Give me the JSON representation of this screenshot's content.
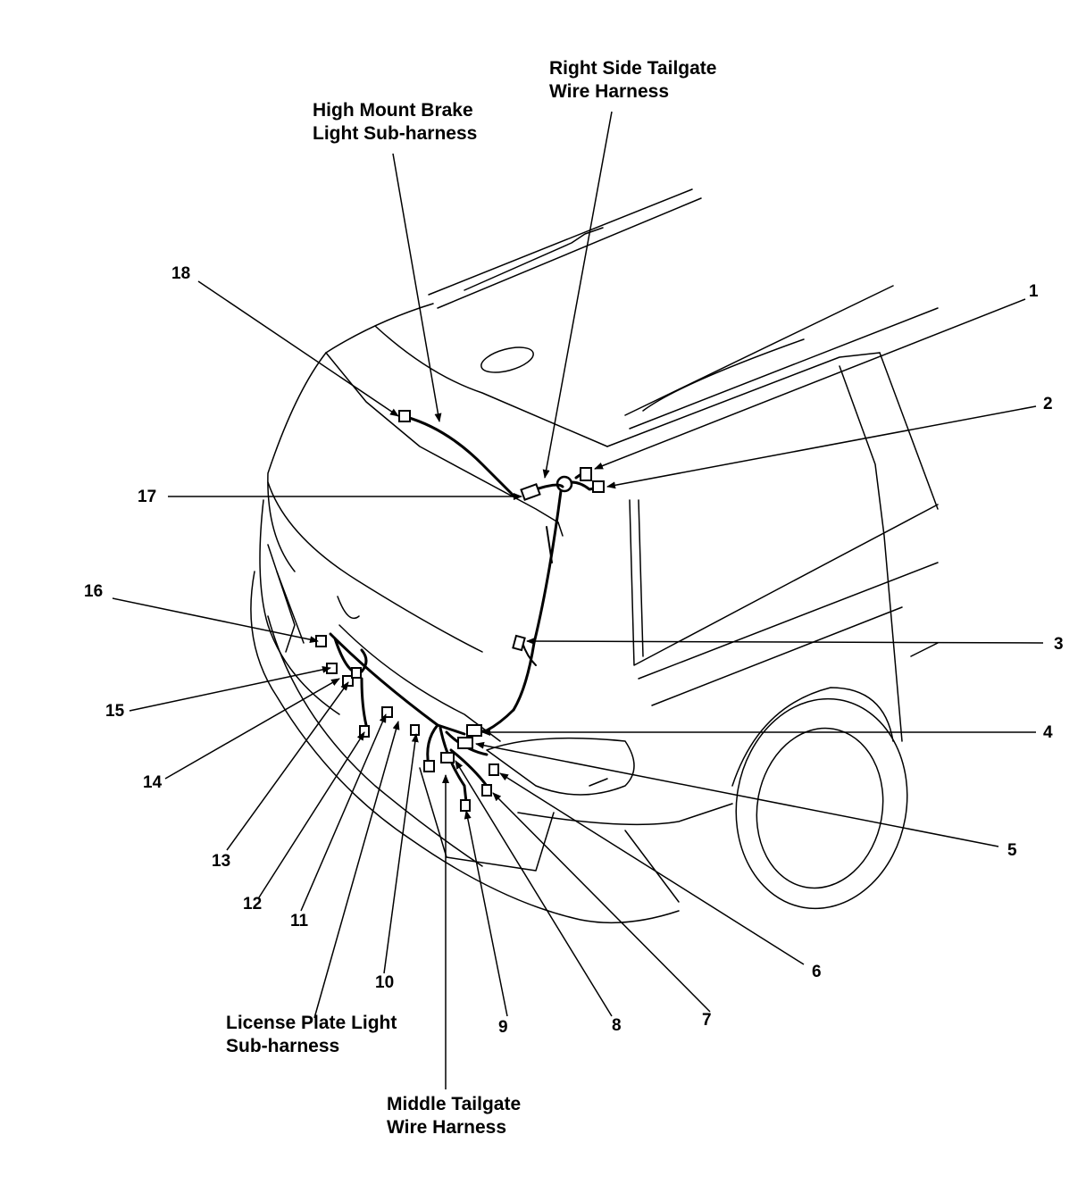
{
  "labels": {
    "right_side_tailgate": [
      "Right Side Tailgate",
      "Wire Harness"
    ],
    "high_mount_brake": [
      "High Mount Brake",
      "Light Sub-harness"
    ],
    "license_plate": [
      "License Plate Light",
      "Sub-harness"
    ],
    "middle_tailgate": [
      "Middle Tailgate",
      "Wire Harness"
    ]
  },
  "numbers": [
    "1",
    "2",
    "3",
    "4",
    "5",
    "6",
    "7",
    "8",
    "9",
    "10",
    "11",
    "12",
    "13",
    "14",
    "15",
    "16",
    "17",
    "18"
  ],
  "colors": {
    "ink": "#000000",
    "paper": "#ffffff"
  }
}
